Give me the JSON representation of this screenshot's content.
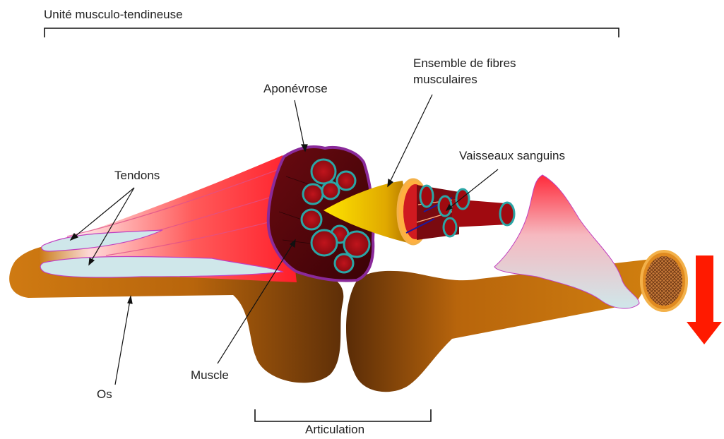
{
  "labels": {
    "unit": "Unité musculo-tendineuse",
    "aponeurosis": "Aponévrose",
    "fibers_line1": "Ensemble de fibres",
    "fibers_line2": "musculaires",
    "vessels": "Vaisseaux sanguins",
    "tendons": "Tendons",
    "muscle": "Muscle",
    "bone": "Os",
    "joint": "Articulation"
  },
  "colors": {
    "bone": "#c8730e",
    "bone_dark": "#5a2e08",
    "muscle_red": "#ff2a2a",
    "muscle_dark": "#8b0000",
    "tendon": "#cfe7ea",
    "aponeurosis": "#8a2a9a",
    "fascicle_ring": "#2aa6a6",
    "sheath_yellow": "#f2c200",
    "arrow_red": "#ff1a00"
  }
}
